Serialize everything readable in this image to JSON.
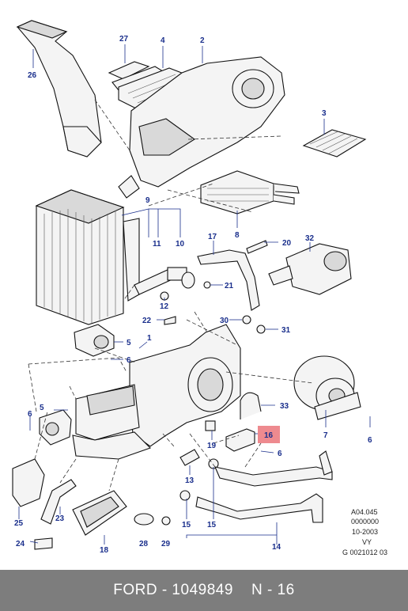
{
  "diagram": {
    "callouts": [
      "26",
      "27",
      "4",
      "2",
      "3",
      "9",
      "11",
      "10",
      "8",
      "17",
      "20",
      "32",
      "21",
      "12",
      "22",
      "30",
      "31",
      "5",
      "6",
      "1",
      "5",
      "6",
      "33",
      "7",
      "6",
      "16",
      "6",
      "19",
      "13",
      "15",
      "15",
      "14",
      "25",
      "23",
      "18",
      "28",
      "29",
      "24"
    ],
    "highlighted_callout": "16",
    "ref_codes": [
      "A04.045",
      "0000000",
      "10-2003",
      "VY",
      "G 0021012 03"
    ]
  },
  "footer": {
    "text": "FORD - 1049849    N - 16",
    "background": "#7d7d7d"
  },
  "colors": {
    "callout_text": "#1a2f8c",
    "highlight": "#ee8a8f"
  }
}
